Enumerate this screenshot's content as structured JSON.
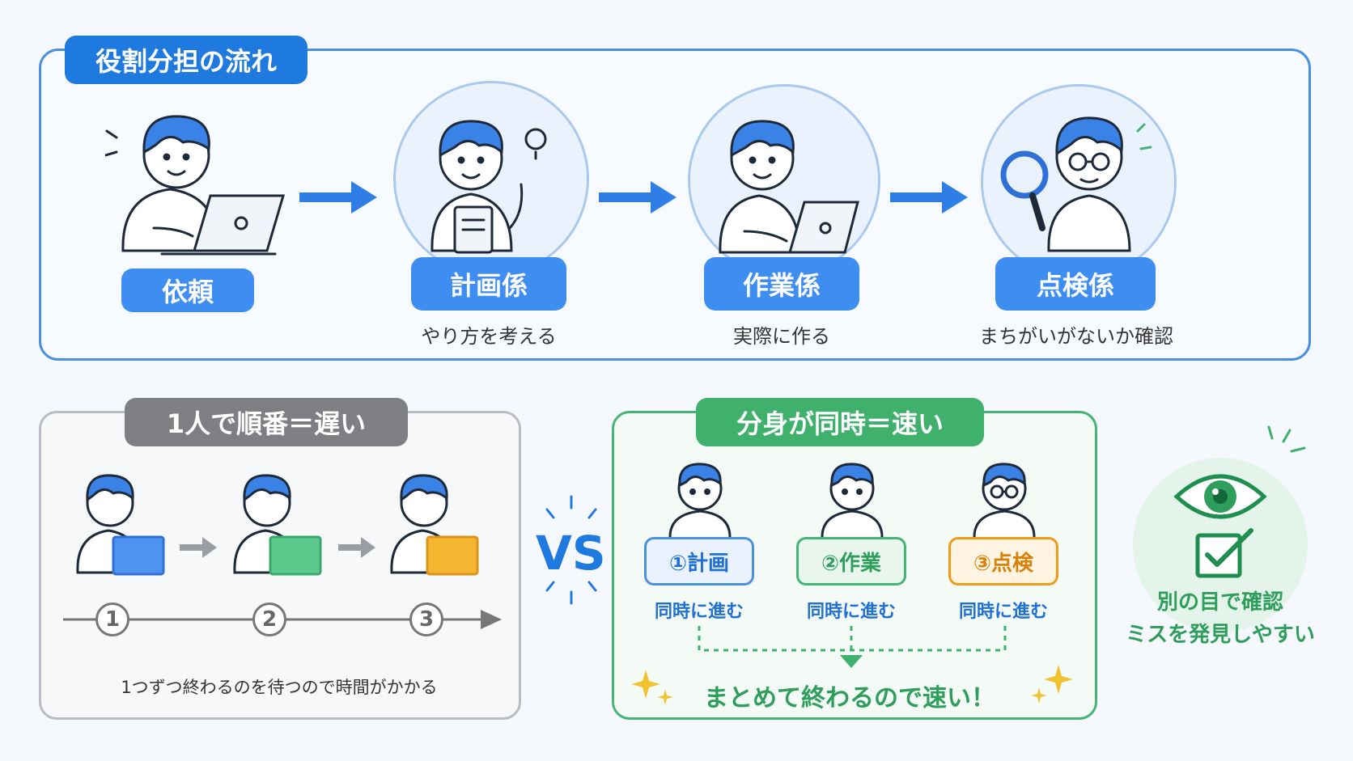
{
  "top_section": {
    "title": "役割分担の流れ",
    "roles": [
      {
        "label": "依頼",
        "description": ""
      },
      {
        "label": "計画係",
        "description": "やり方を考える"
      },
      {
        "label": "作業係",
        "description": "実際に作る"
      },
      {
        "label": "点検係",
        "description": "まちがいがないか確認"
      }
    ]
  },
  "sequential": {
    "title": "1人で順番＝遅い",
    "steps": [
      "1",
      "2",
      "3"
    ],
    "caption": "1つずつ終わるのを待つので時間がかかる",
    "box_colors": [
      "#4e93f0",
      "#5cc98c",
      "#f5b531"
    ]
  },
  "vs_label": "VS",
  "parallel": {
    "title": "分身が同時＝速い",
    "tasks": [
      {
        "label": "①計画",
        "color": "#4a90e2"
      },
      {
        "label": "②作業",
        "color": "#46b374"
      },
      {
        "label": "③点検",
        "color": "#f09a1a"
      }
    ],
    "simultaneous_label": "同時に進む",
    "result": "まとめて終わるので速い！"
  },
  "side_note": {
    "line1": "別の目で確認",
    "line2": "ミスを発見しやすい"
  }
}
